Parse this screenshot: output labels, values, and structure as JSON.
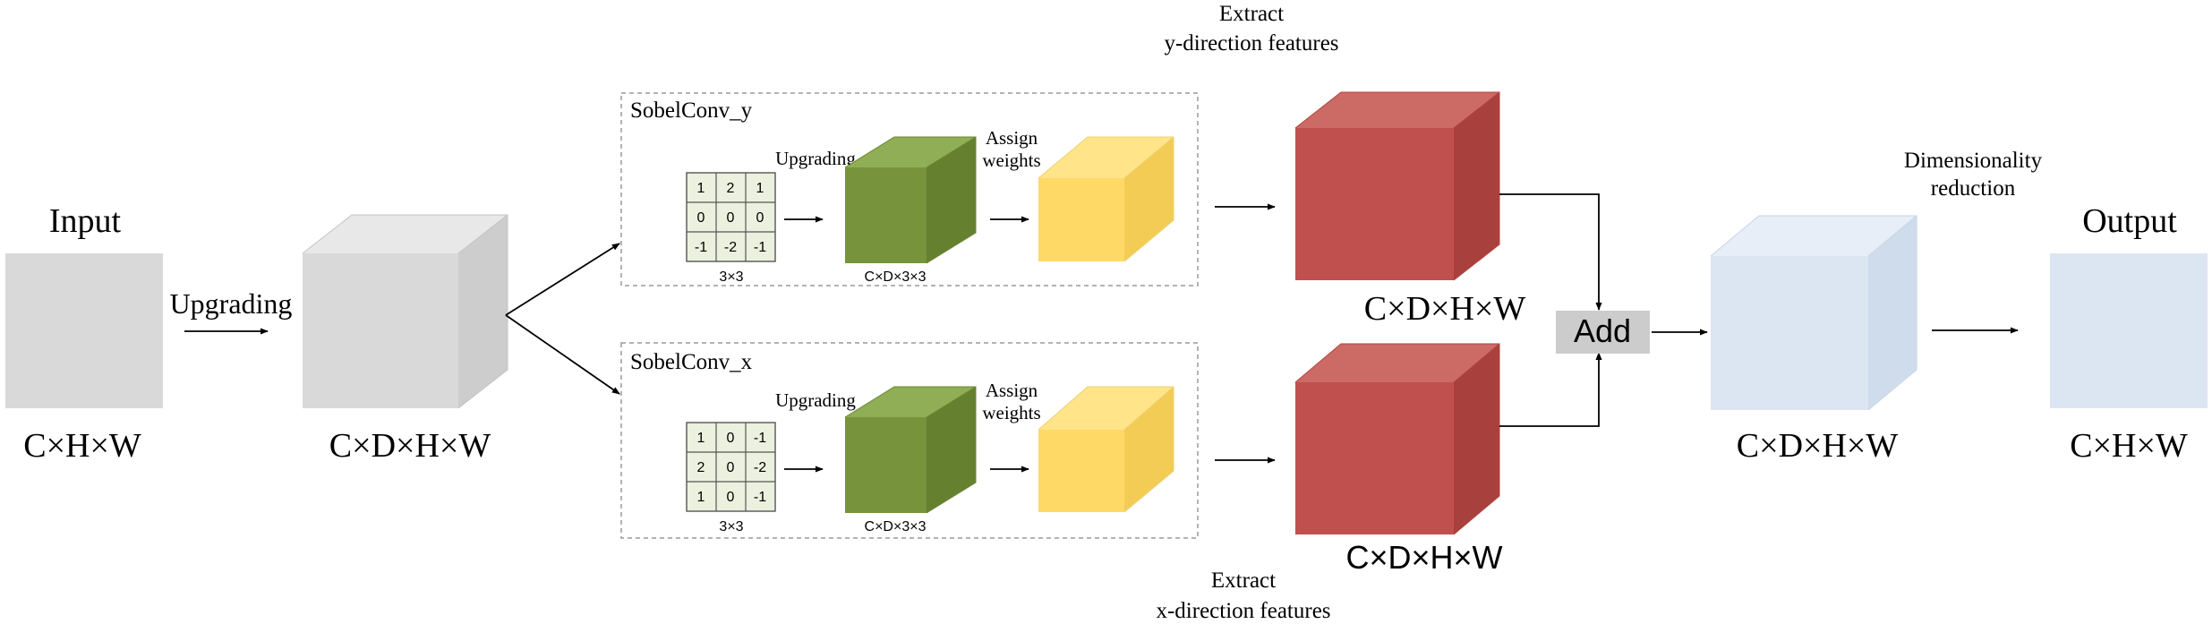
{
  "labels": {
    "input": "Input",
    "output": "Output",
    "upgrading": "Upgrading",
    "upgrading_small": "Upgrading",
    "assign_weights_line1": "Assign",
    "assign_weights_line2": "weights",
    "add": "Add",
    "extract_y_line1": "Extract",
    "extract_y_line2": "y-direction features",
    "extract_x_line1": "Extract",
    "extract_x_line2": "x-direction features",
    "dim_reduction_line1": "Dimensionality",
    "dim_reduction_line2": "reduction"
  },
  "dims": {
    "input": "C×H×W",
    "upgraded": "C×D×H×W",
    "feature_y": "C×D×H×W",
    "feature_x": "C×D×H×W",
    "added": "C×D×H×W",
    "output": "C×H×W",
    "kernel": "3×3",
    "kernel_volume": "C×D×3×3"
  },
  "sobel_y": {
    "title": "SobelConv_y",
    "kernel": [
      [
        "1",
        "2",
        "1"
      ],
      [
        "0",
        "0",
        "0"
      ],
      [
        "-1",
        "-2",
        "-1"
      ]
    ]
  },
  "sobel_x": {
    "title": "SobelConv_x",
    "kernel": [
      [
        "1",
        "0",
        "-1"
      ],
      [
        "2",
        "0",
        "-2"
      ],
      [
        "1",
        "0",
        "-1"
      ]
    ]
  },
  "colors": {
    "gray_cube": "#d9d9d9",
    "green_cube": "#77933c",
    "yellow_cube": "#ffd966",
    "red_cube": "#c0504d",
    "blue_cube": "#dce6f2",
    "kernel_cell": "#ebf1de",
    "add_box": "#cccccc"
  }
}
